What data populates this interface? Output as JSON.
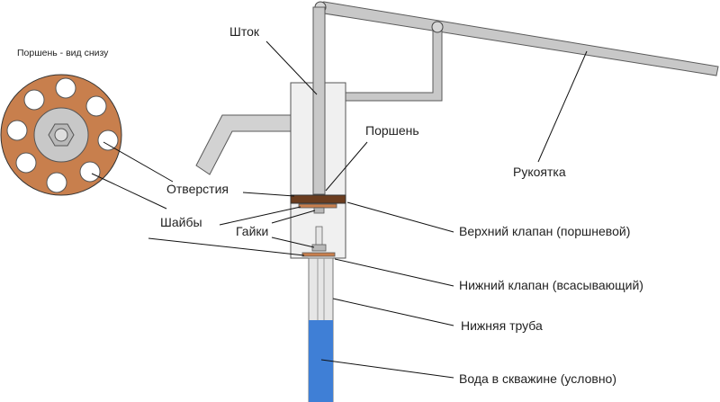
{
  "labels": {
    "piston_bottom_view": "Поршень - вид снизу",
    "rod": "Шток",
    "piston": "Поршень",
    "handle": "Рукоятка",
    "holes": "Отверстия",
    "washers": "Шайбы",
    "nuts": "Гайки",
    "upper_valve": "Верхний клапан (поршневой)",
    "lower_valve": "Нижний клапан (всасывающий)",
    "lower_pipe": "Нижняя труба",
    "well_water": "Вода в скважине (условно)"
  },
  "colors": {
    "metal_fill": "#c8c8c8",
    "metal_stroke": "#5a5a5a",
    "body_fill": "#f0f0f0",
    "washer": "#c87f4d",
    "water": "#3f7fd6"
  }
}
